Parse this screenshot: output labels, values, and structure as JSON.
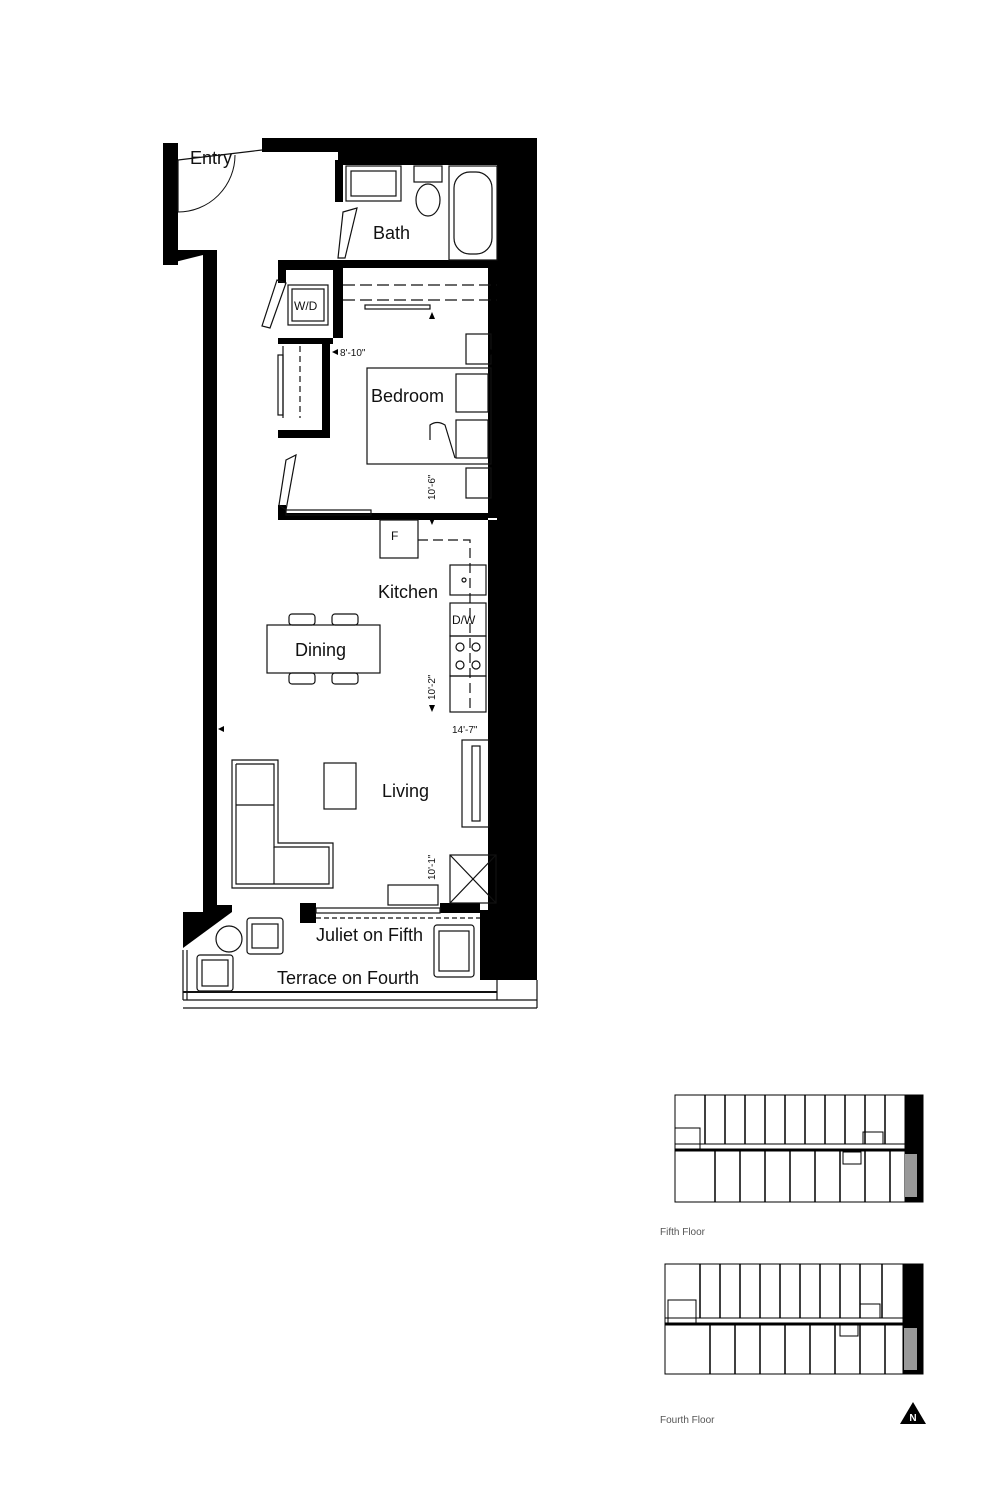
{
  "plan": {
    "rooms": {
      "entry": "Entry",
      "bath": "Bath",
      "bedroom": "Bedroom",
      "kitchen": "Kitchen",
      "dining": "Dining",
      "living": "Living",
      "juliet": "Juliet on Fifth",
      "terrace": "Terrace on Fourth"
    },
    "fixtures": {
      "washer_dryer": "W/D",
      "fridge": "F",
      "dishwasher": "D/W"
    },
    "dimensions": {
      "bedroom_width": "8'-10\"",
      "bedroom_depth": "10'-6\"",
      "kitchen_depth": "10'-2\"",
      "living_width": "14'-7\"",
      "living_depth": "10'-1\""
    }
  },
  "key_plans": {
    "fifth_label": "Fifth Floor",
    "fourth_label": "Fourth Floor",
    "north_label": "N"
  },
  "colors": {
    "wall": "#000000",
    "highlight": "#999999"
  }
}
